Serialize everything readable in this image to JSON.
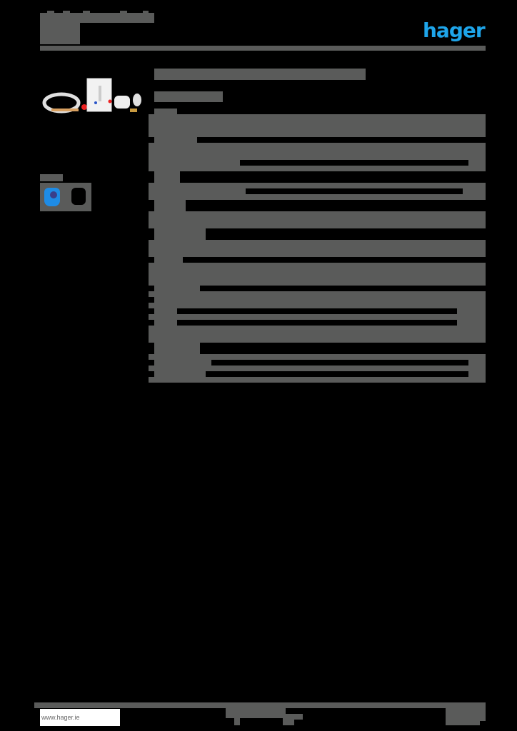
{
  "colors": {
    "background": "#000000",
    "text_block": "#5a5b5a",
    "brand": "#1ea5ea",
    "footer_box": "#ffffff"
  },
  "header": {
    "title": "",
    "subtitle": "",
    "logo_text": "hager"
  },
  "product": {
    "image_alt": "product-kit-image",
    "heading": "",
    "subheading": ""
  },
  "icons": {
    "label": "",
    "items": [
      "blue-app-icon",
      "black-device-icon"
    ]
  },
  "spec_table": {
    "sections": [
      {
        "label": "",
        "rows": 2
      },
      {
        "label": "",
        "rows": 1
      },
      {
        "label": "",
        "rows": 2
      },
      {
        "label": "",
        "rows": 1
      },
      {
        "label": "",
        "rows": 1
      },
      {
        "label": "",
        "rows": 3
      },
      {
        "label": "",
        "rows": 2
      }
    ]
  },
  "footer": {
    "url": "www.hager.ie",
    "center_text": "",
    "page_info": ""
  }
}
